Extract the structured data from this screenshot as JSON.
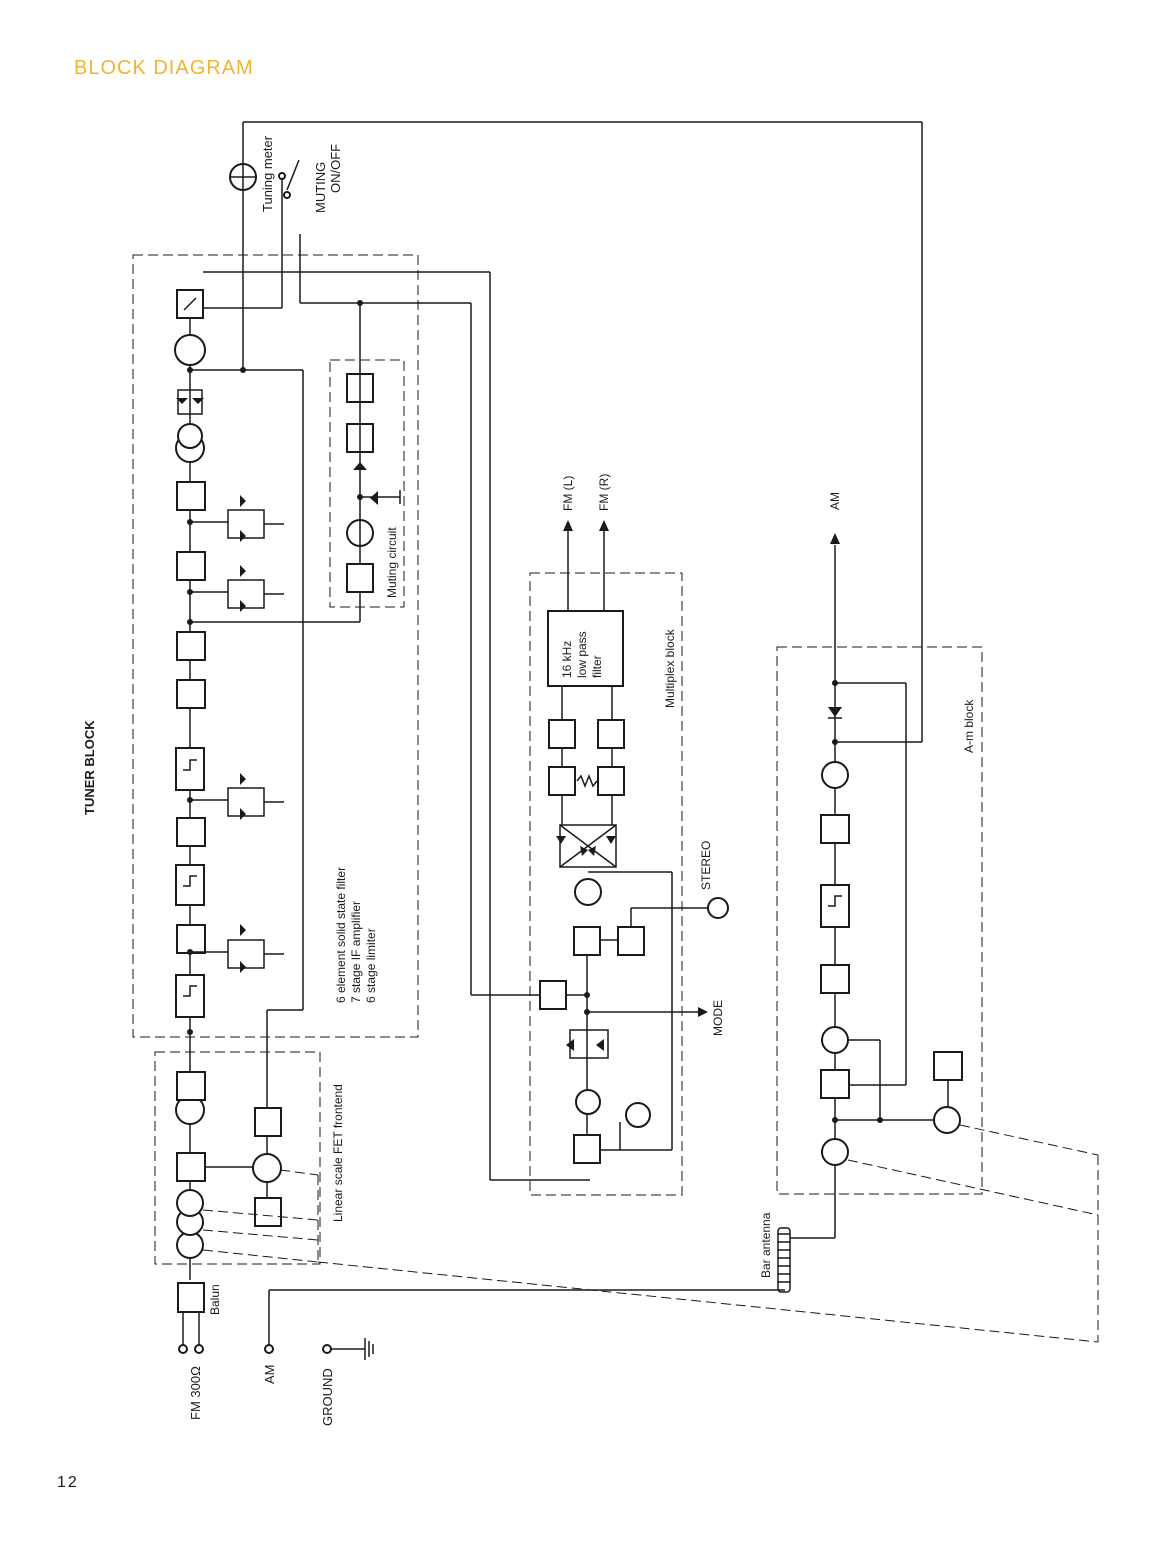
{
  "page": {
    "title": "BLOCK DIAGRAM",
    "title_color": "#f2b32e",
    "page_number": "12"
  },
  "labels": {
    "tuner_block": "TUNER BLOCK",
    "tuning_meter": "Tuning meter",
    "muting_1": "MUTING",
    "muting_2": "ON/OFF",
    "if_1": "6 element solid state filter",
    "if_2": "7 stage IF amplifier",
    "if_3": "6 stage limiter",
    "muting_circuit": "Muting circuit",
    "frontend": "Linear scale FET frontend",
    "balun": "Balun",
    "fm300": "FM 300Ω",
    "am_in": "AM",
    "ground": "GROUND",
    "multiplex": "Multiplex block",
    "lpf_1": "16 kHz",
    "lpf_2": "low pass",
    "lpf_3": "filter",
    "fm_l": "FM (L)",
    "fm_r": "FM (R)",
    "stereo": "STEREO",
    "mode": "MODE",
    "am_out": "AM",
    "am_block": "A-m block",
    "bar_antenna": "Bar antenna"
  }
}
